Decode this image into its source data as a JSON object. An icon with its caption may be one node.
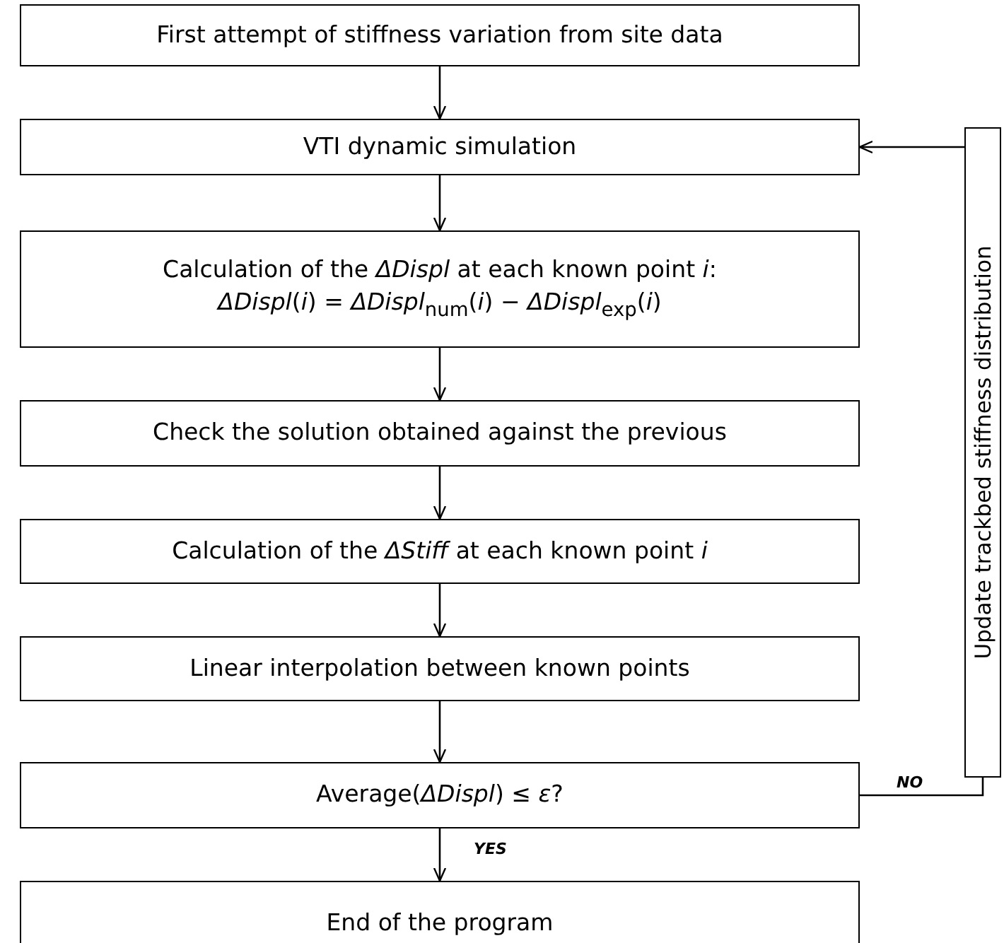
{
  "diagram": {
    "nodes": [
      {
        "text": [
          "First attempt of stiffness variation from site data"
        ]
      },
      {
        "text": [
          "VTI dynamic simulation"
        ]
      },
      {
        "text": [
          "Calculation of the *ΔDispl* at each known point *i*:",
          "*ΔDispl*(*i*) = *ΔDispl*$_{num}$(*i*) − *ΔDispl*$_{exp}$(*i*)"
        ]
      },
      {
        "text": [
          "Check the solution obtained against the previous"
        ]
      },
      {
        "text": [
          "Calculation of the *ΔStiff* at each known point *i*"
        ]
      },
      {
        "text": [
          "Linear interpolation between known points"
        ]
      },
      {
        "text": [
          "Average(*ΔDispl*) ≤ *ε*?"
        ]
      },
      {
        "text": [
          "End of the program"
        ]
      },
      {
        "text": [
          "Update trackbed stiffness distribution"
        ]
      }
    ],
    "edges": [
      {
        "from": 0,
        "to": 1,
        "arrow": "to"
      },
      {
        "from": 1,
        "to": 2,
        "arrow": "to"
      },
      {
        "from": 2,
        "to": 3,
        "arrow": "to"
      },
      {
        "from": 3,
        "to": 4,
        "arrow": "to"
      },
      {
        "from": 4,
        "to": 5,
        "arrow": "to"
      },
      {
        "from": 5,
        "to": 6,
        "arrow": "to"
      },
      {
        "from": 6,
        "to": 7,
        "arrow": "to",
        "label": "YES"
      },
      {
        "from": 6,
        "to": 8,
        "arrow": "none",
        "label": "NO"
      },
      {
        "from": 8,
        "to": 1,
        "arrow": "to"
      }
    ]
  }
}
